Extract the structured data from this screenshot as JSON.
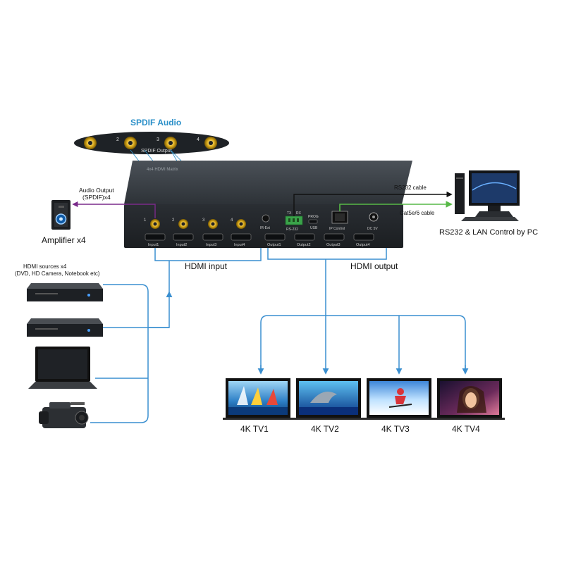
{
  "spdif_label": "SPDIF Audio",
  "spdif_numbers": [
    "2",
    "3",
    "4"
  ],
  "spdif_output_label": "SPDIF Output",
  "device_header": "4x4 HDMI Matrix",
  "audio_output_label_1": "Audio Output",
  "audio_output_label_2": "(SPDIF)x4",
  "amplifier_label": "Amplifier x4",
  "hdmi_sources_label_1": "HDMI sources x4",
  "hdmi_sources_label_2": "(DVD, HD Camera, Notebook etc)",
  "hdmi_input_label": "HDMI input",
  "hdmi_output_label": "HDMI output",
  "rs232_cable_label": "RS232 cable",
  "cat_cable_label": "Cat5e/6 cable",
  "pc_label": "RS232 & LAN Control by PC",
  "panel": {
    "input_numbers": [
      "1",
      "2",
      "3",
      "4"
    ],
    "input_labels": [
      "Input1",
      "Input2",
      "Input3",
      "Input4"
    ],
    "ir_ext": "IR-Ext",
    "output_labels": [
      "Output1",
      "Output2",
      "Output3",
      "Output4"
    ],
    "tx": "TX",
    "rx": "RX",
    "rs232": "RS-232",
    "prog": "PROG",
    "usb": "USB",
    "ip_control": "IP Control",
    "dc": "DC 5V"
  },
  "tv_labels": [
    "4K TV1",
    "4K TV2",
    "4K TV3",
    "4K TV4"
  ],
  "colors": {
    "blue_line": "#3a8fd0",
    "purple_line": "#7a2a8a",
    "green_line": "#57b947",
    "black_line": "#111111",
    "device": "#2b2f33",
    "device_top": "#3a3f45",
    "spdif_blue": "#2a8fc8"
  }
}
